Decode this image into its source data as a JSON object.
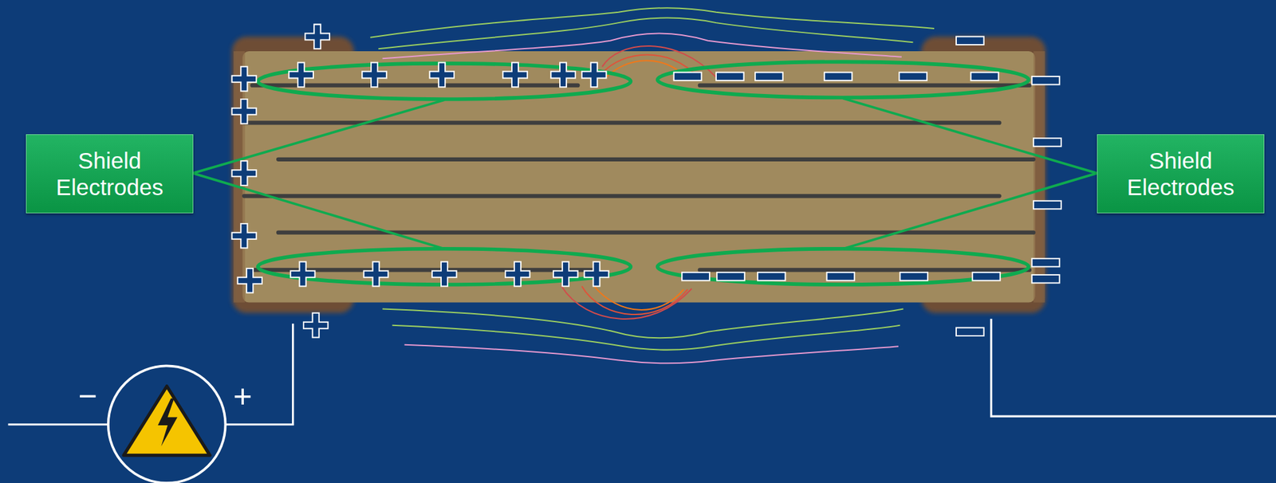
{
  "diagram": {
    "nodes": [
      {
        "text": [
          "Shield Electrodes"
        ]
      },
      {
        "text": [
          "Shield Electrodes"
        ]
      }
    ],
    "labels": [
      "−",
      "+"
    ]
  }
}
